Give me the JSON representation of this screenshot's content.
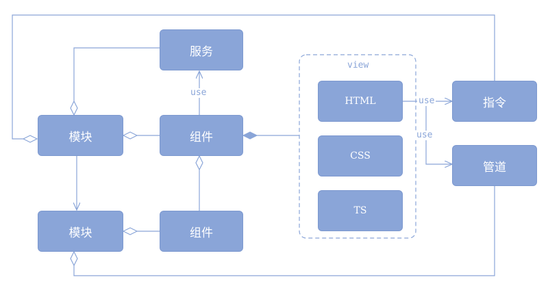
{
  "nodes": {
    "service": "服务",
    "module_top": "模块",
    "component_top": "组件",
    "module_bottom": "模块",
    "component_bottom": "组件",
    "directive": "指令",
    "pipe": "管道"
  },
  "view": {
    "label": "view",
    "items": [
      "HTML",
      "CSS",
      "TS"
    ]
  },
  "edge_labels": {
    "component_service": "use",
    "html_directive": "use",
    "html_pipe": "use"
  },
  "colors": {
    "node_fill": "#8aa5d8",
    "line": "#8aa5d8",
    "text": "#ffffff"
  }
}
